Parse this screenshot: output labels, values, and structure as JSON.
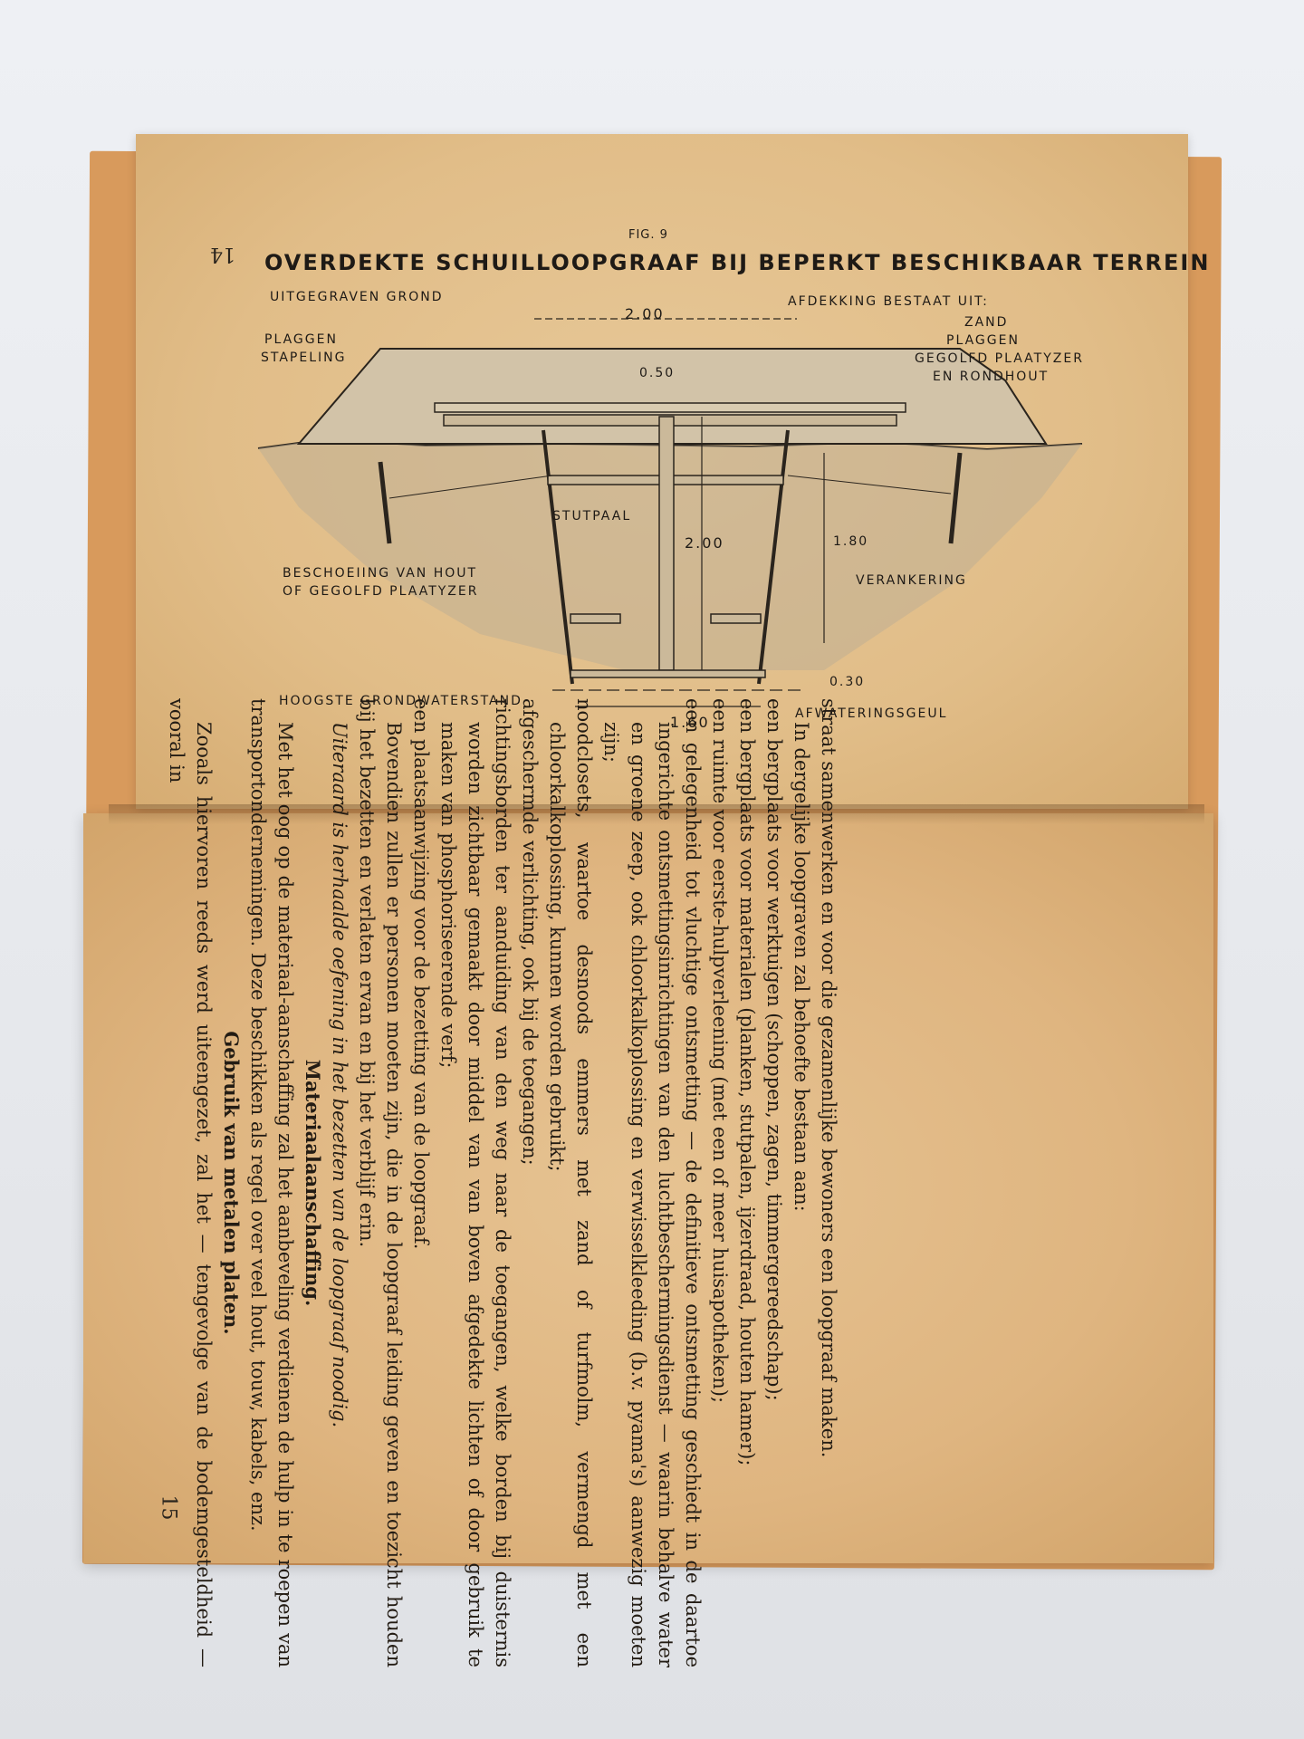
{
  "top_page": {
    "page_number": "14",
    "figure_label": "FIG. 9",
    "figure_title": "OVERDEKTE SCHUILLOOPGRAAF BIJ BEPERKT BESCHIKBAAR TERREIN",
    "labels": {
      "uitgegraven": "UITGEGRAVEN GROND",
      "plaggen": "PLAGGEN",
      "stapeling": "STAPELING",
      "width_top": "2.00",
      "afdekking": "AFDEKKING BESTAAT UIT:",
      "zand": "ZAND",
      "plaggen2": "PLAGGEN",
      "plaatyzer": "GEGOLFD PLAATYZER",
      "rondhout": "EN RONDHOUT",
      "depth_cover": "0.50",
      "stutpaal": "STUTPAAL",
      "height_inner": "2.00",
      "height_side": "1.80",
      "beschoeiing": "BESCHOEIING VAN HOUT",
      "beschoeiing2": "OF GEGOLFD PLAATYZER",
      "verankering": "VERANKERING",
      "depth_bottom": "0.30",
      "grondwater": "HOOGSTE GRONDWATERSTAND",
      "afwatering": "AFWATERINGSGEUL",
      "width_bottom": "1.60"
    }
  },
  "bottom_page": {
    "page_number": "15",
    "p1": "straat samenwerken en voor die gezamenlijke bewoners een loopgraaf maken.",
    "p2": "In dergelijke loopgraven zal behoefte bestaan aan:",
    "items": [
      "een bergplaats voor werktuigen (schoppen, zagen, timmergereedschap);",
      "een bergplaats voor materialen (planken, stutpalen, ijzerdraad, houten hamer);",
      "een ruimte voor eerste-hulpverleening (met een of meer huisapotheken);",
      "een gelegenheid tot vluchtige ontsmetting — de definitieve ontsmetting geschiedt in de daartoe ingerichte ontsmettingsinrichtingen van den luchtbeschermingsdienst — waarin behalve water en groene zeep, ook chloorkalkoplossing en verwisselkleeding (b.v. pyama's) aanwezig moeten zijn;",
      "noodclosets, waartoe desnoods emmers met zand of turfmolm, vermengd met een chloorkalkoplossing, kunnen worden gebruikt;",
      "afgeschermde verlichting, ook bij de toegangen;",
      "richtingsborden ter aanduiding van den weg naar de toegangen, welke borden bij duisternis worden zichtbaar gemaakt door middel van van boven afgedekte lichten of door gebruik te maken van phosphoriseerende verf;",
      "een plaatsaanwijzing voor de bezetting van de loopgraaf."
    ],
    "p3": "Bovendien zullen er personen moeten zijn, die in de loopgraaf leiding geven en toezicht houden bij het bezetten en verlaten ervan en bij het verblijf erin.",
    "p4": "Uiteraard is herhaalde oefening in het bezetten van de loopgraaf noodig.",
    "h1": "Materiaalaanschaffing.",
    "p5": "Met het oog op de materiaal-aanschaffing zal het aanbeveling verdienen de hulp in te roepen van transportondernemingen. Deze beschikken als regel over veel hout, touw, kabels, enz.",
    "h2": "Gebruik van metalen platen.",
    "p6": "Zooals hiervoren reeds werd uiteengezet, zal het — tengevolge van de bodemgesteldheid — vooral in"
  }
}
